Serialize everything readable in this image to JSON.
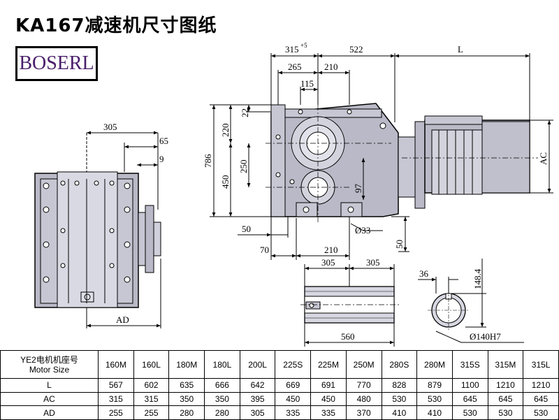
{
  "title": "KA167减速机尺寸图纸",
  "logo": "BOSERL",
  "dimensions": {
    "d315": "315",
    "d315_sup": "+5",
    "d522": "522",
    "dL": "L",
    "d265": "265",
    "d210_top": "210",
    "d115": "115",
    "d22": "22",
    "d220": "220",
    "d786": "786",
    "d250": "250",
    "d450": "450",
    "d97": "97",
    "dAC": "AC",
    "d50_left": "50",
    "d33": "Ø33",
    "d70": "70",
    "d210_bot": "210",
    "d50_right": "50",
    "d305_left": "305",
    "d65": "65",
    "d9": "9",
    "dAD": "AD",
    "d305_a": "305",
    "d305_b": "305",
    "d560": "560",
    "d36": "36",
    "d148": "148.4",
    "d140": "Ø140H7"
  },
  "table": {
    "header_line1": "YE2电机机座号",
    "header_line2": "Motor Size",
    "sizes": [
      "160M",
      "160L",
      "180M",
      "180L",
      "200L",
      "225S",
      "225M",
      "250M",
      "280S",
      "280M",
      "315S",
      "315M",
      "315L"
    ],
    "rows": [
      {
        "label": "L",
        "values": [
          "567",
          "602",
          "635",
          "666",
          "642",
          "669",
          "691",
          "770",
          "828",
          "879",
          "1100",
          "1210",
          "1210"
        ]
      },
      {
        "label": "AC",
        "values": [
          "315",
          "315",
          "350",
          "350",
          "395",
          "450",
          "450",
          "480",
          "530",
          "530",
          "645",
          "645",
          "645"
        ]
      },
      {
        "label": "AD",
        "values": [
          "255",
          "255",
          "280",
          "280",
          "305",
          "335",
          "335",
          "370",
          "410",
          "410",
          "530",
          "530",
          "530"
        ]
      }
    ]
  }
}
